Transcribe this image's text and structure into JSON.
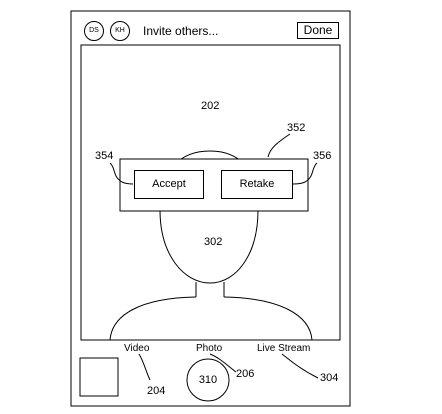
{
  "header": {
    "avatars": [
      "DS",
      "KH"
    ],
    "invite_text": "Invite others...",
    "done_label": "Done"
  },
  "refs": {
    "camera_view": "202",
    "head": "302",
    "overlay": "352",
    "accept_ref": "354",
    "retake_ref": "356",
    "video_ref": "204",
    "photo_ref": "206",
    "live_ref": "304",
    "shutter_ref": "310"
  },
  "overlay": {
    "accept_label": "Accept",
    "retake_label": "Retake"
  },
  "modes": {
    "video": "Video",
    "photo": "Photo",
    "live": "Live Stream"
  }
}
